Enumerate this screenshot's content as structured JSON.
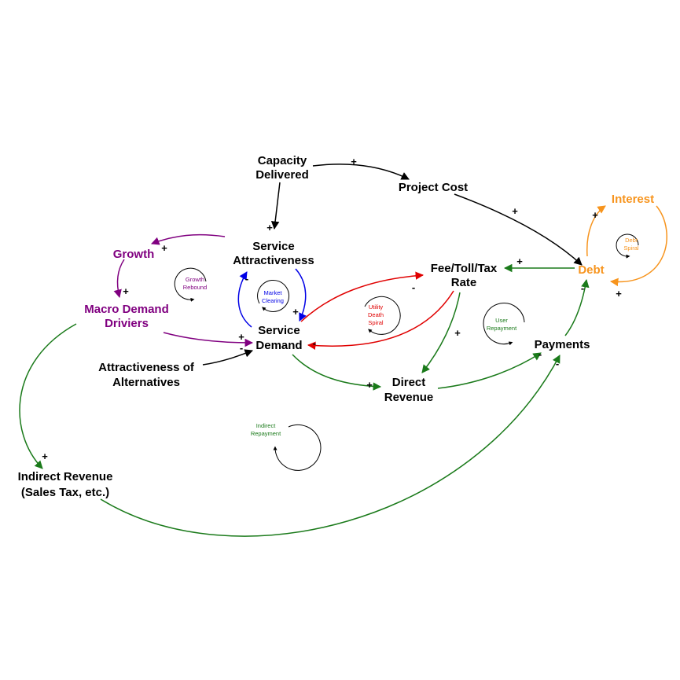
{
  "colors": {
    "black": "#000000",
    "purple": "#800080",
    "green": "#1a7a1a",
    "red": "#e00000",
    "blue": "#0000e6",
    "orange": "#f7941d"
  },
  "nodes": {
    "capacity": [
      "Capacity",
      "Delivered"
    ],
    "project_cost": [
      "Project Cost"
    ],
    "service_attr": [
      "Service",
      "Attractiveness"
    ],
    "growth": [
      "Growth"
    ],
    "macro": [
      "Macro Demand",
      "Driviers"
    ],
    "service_demand": [
      "Service",
      "Demand"
    ],
    "attr_alt": [
      "Attractiveness of",
      "Alternatives"
    ],
    "fee": [
      "Fee/Toll/Tax",
      "Rate"
    ],
    "direct_revenue": [
      "Direct",
      "Revenue"
    ],
    "payments": [
      "Payments"
    ],
    "debt": [
      "Debt"
    ],
    "interest": [
      "Interest"
    ],
    "indirect_revenue": [
      "Indirect Revenue",
      "(Sales Tax, etc.)"
    ]
  },
  "loops": {
    "growth_rebound": [
      "Growth",
      "Rebound"
    ],
    "market_clearing": [
      "Market",
      "Clearing"
    ],
    "utility_death": [
      "Utility",
      "Death",
      "Spiral"
    ],
    "user_repayment": [
      "User",
      "Repayment"
    ],
    "debt_spiral": [
      "Debt",
      "Spiral"
    ],
    "indirect_repayment": [
      "Indirect",
      "Repayment"
    ]
  },
  "signs": {
    "plus": "+",
    "minus": "-"
  }
}
